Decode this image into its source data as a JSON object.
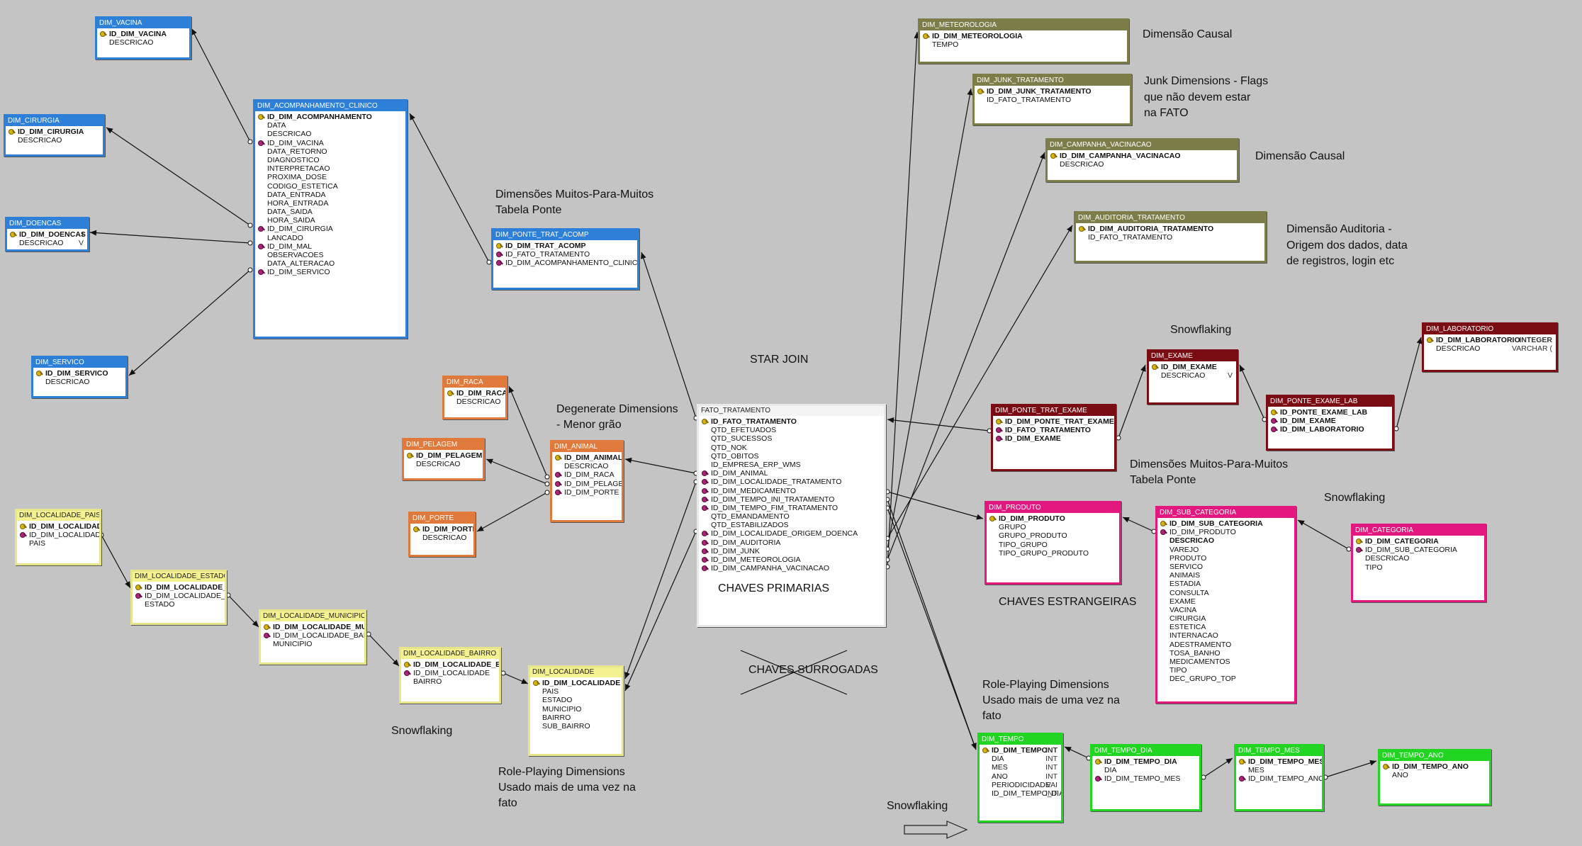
{
  "tables": {
    "dim_vacina": {
      "name": "DIM_VACINA",
      "cols": [
        "ID_DIM_VACINA",
        "DESCRICAO"
      ]
    },
    "dim_cirurgia": {
      "name": "DIM_CIRURGIA",
      "cols": [
        "ID_DIM_CIRURGIA",
        "DESCRICAO"
      ]
    },
    "dim_doencas": {
      "name": "DIM_DOENCAS",
      "cols": [
        "ID_DIM_DOENCAS",
        "DESCRICAO"
      ],
      "types": [
        "I",
        "V"
      ]
    },
    "dim_servico": {
      "name": "DIM_SERVICO",
      "cols": [
        "ID_DIM_SERVICO",
        "DESCRICAO"
      ]
    },
    "dim_acomp": {
      "name": "DIM_ACOMPANHAMENTO_CLINICO",
      "cols": [
        "ID_DIM_ACOMPANHAMENTO",
        "DATA",
        "DESCRICAO",
        "ID_DIM_VACINA",
        "DATA_RETORNO",
        "DIAGNOSTICO",
        "INTERPRETACAO",
        "PROXIMA_DOSE",
        "CODIGO_ESTETICA",
        "DATA_ENTRADA",
        "HORA_ENTRADA",
        "DATA_SAIDA",
        "HORA_SAIDA",
        "ID_DIM_CIRURGIA",
        "LANCADO",
        "ID_DIM_MAL",
        "OBSERVACOES",
        "DATA_ALTERACAO",
        "ID_DIM_SERVICO"
      ]
    },
    "dim_ponte_trat": {
      "name": "DIM_PONTE_TRAT_ACOMP",
      "cols": [
        "ID_DIM_TRAT_ACOMP",
        "ID_FATO_TRATAMENTO",
        "ID_DIM_ACOMPANHAMENTO_CLINICO"
      ]
    },
    "dim_raca": {
      "name": "DIM_RACA",
      "cols": [
        "ID_DIM_RACA",
        "DESCRICAO"
      ]
    },
    "dim_pelagem": {
      "name": "DIM_PELAGEM",
      "cols": [
        "ID_DIM_PELAGEM",
        "DESCRICAO"
      ]
    },
    "dim_porte": {
      "name": "DIM_PORTE",
      "cols": [
        "ID_DIM_PORTE",
        "DESCRICAO"
      ]
    },
    "dim_animal": {
      "name": "DIM_ANIMAL",
      "cols": [
        "ID_DIM_ANIMAL",
        "DESCRICAO",
        "ID_DIM_RACA",
        "ID_DIM_PELAGEM",
        "ID_DIM_PORTE"
      ]
    },
    "dim_loc_pais": {
      "name": "DIM_LOCALIDADE_PAIS",
      "cols": [
        "ID_DIM_LOCALIDADE_PAIS",
        "ID_DIM_LOCALIDADE",
        "PAIS"
      ]
    },
    "dim_loc_estado": {
      "name": "DIM_LOCALIDADE_ESTADO",
      "cols": [
        "ID_DIM_LOCALIDADE_ESTADO",
        "ID_DIM_LOCALIDADE_MUNICIPIO",
        "ESTADO"
      ]
    },
    "dim_loc_municipio": {
      "name": "DIM_LOCALIDADE_MUNICIPIO",
      "cols": [
        "ID_DIM_LOCALIDADE_MUNICIPIO",
        "ID_DIM_LOCALIDADE_BAIRRO",
        "MUNICIPIO"
      ]
    },
    "dim_loc_bairro": {
      "name": "DIM_LOCALIDADE_BAIRRO",
      "cols": [
        "ID_DIM_LOCALIDADE_BAIRRO",
        "ID_DIM_LOCALIDADE",
        "BAIRRO"
      ]
    },
    "dim_localidade": {
      "name": "DIM_LOCALIDADE",
      "cols": [
        "ID_DIM_LOCALIDADE",
        "PAIS",
        "ESTADO",
        "MUNICIPIO",
        "BAIRRO",
        "SUB_BAIRRO"
      ]
    },
    "fato_tratamento": {
      "name": "FATO_TRATAMENTO",
      "cols": [
        "ID_FATO_TRATAMENTO",
        "QTD_EFETUADOS",
        "QTD_SUCESSOS",
        "QTD_NOK",
        "QTD_OBITOS",
        "ID_EMPRESA_ERP_WMS",
        "ID_DIM_ANIMAL",
        "ID_DIM_LOCALIDADE_TRATAMENTO",
        "ID_DIM_MEDICAMENTO",
        "ID_DIM_TEMPO_INI_TRATAMENTO",
        "ID_DIM_TEMPO_FIM_TRATAMENTO",
        "QTD_EMANDAMENTO",
        "QTD_ESTABILIZADOS",
        "ID_DIM_LOCALIDADE_ORIGEM_DOENCA",
        "ID_DIM_AUDITORIA",
        "ID_DIM_JUNK",
        "ID_DIM_METEOROLOGIA",
        "ID_DIM_CAMPANHA_VACINACAO"
      ]
    },
    "dim_meteorologia": {
      "name": "DIM_METEOROLOGIA",
      "cols": [
        "ID_DIM_METEOROLOGIA",
        "TEMPO"
      ]
    },
    "dim_junk": {
      "name": "DIM_JUNK_TRATAMENTO",
      "cols": [
        "ID_DIM_JUNK_TRATAMENTO",
        "ID_FATO_TRATAMENTO"
      ]
    },
    "dim_campanha": {
      "name": "DIM_CAMPANHA_VACINACAO",
      "cols": [
        "ID_DIM_CAMPANHA_VACINACAO",
        "DESCRICAO"
      ]
    },
    "dim_auditoria": {
      "name": "DIM_AUDITORIA_TRATAMENTO",
      "cols": [
        "ID_DIM_AUDITORIA_TRATAMENTO",
        "ID_FATO_TRATAMENTO"
      ]
    },
    "dim_exame": {
      "name": "DIM_EXAME",
      "cols": [
        "ID_DIM_EXAME",
        "DESCRICAO"
      ],
      "types": [
        "",
        "V"
      ]
    },
    "dim_laboratorio": {
      "name": "DIM_LABORATORIO",
      "cols": [
        "ID_DIM_LABORATORIO",
        "DESCRICAO"
      ],
      "types": [
        "INTEGER",
        "VARCHAR ("
      ]
    },
    "dim_ponte_trat_exame": {
      "name": "DIM_PONTE_TRAT_EXAME",
      "cols": [
        "ID_DIM_PONTE_TRAT_EXAME",
        "ID_FATO_TRATAMENTO",
        "ID_DIM_EXAME"
      ]
    },
    "dim_ponte_exame_lab": {
      "name": "DIM_PONTE_EXAME_LAB",
      "cols": [
        "ID_PONTE_EXAME_LAB",
        "ID_DIM_EXAME",
        "ID_DIM_LABORATORIO"
      ]
    },
    "dim_produto": {
      "name": "DIM_PRODUTO",
      "cols": [
        "ID_DIM_PRODUTO",
        "GRUPO",
        "GRUPO_PRODUTO",
        "TIPO_GRUPO",
        "TIPO_GRUPO_PRODUTO"
      ]
    },
    "dim_sub_categoria": {
      "name": "DIM_SUB_CATEGORIA",
      "cols": [
        "ID_DIM_SUB_CATEGORIA",
        "ID_DIM_PRODUTO",
        "DESCRICAO",
        "VAREJO",
        "PRODUTO",
        "SERVICO",
        "ANIMAIS",
        "ESTADIA",
        "CONSULTA",
        "EXAME",
        "VACINA",
        "CIRURGIA",
        "ESTETICA",
        "INTERNACAO",
        "ADESTRAMENTO",
        "TOSA_BANHO",
        "MEDICAMENTOS",
        "TIPO",
        "DEC_GRUPO_TOP"
      ]
    },
    "dim_categoria": {
      "name": "DIM_CATEGORIA",
      "cols": [
        "ID_DIM_CATEGORIA",
        "ID_DIM_SUB_CATEGORIA",
        "DESCRICAO",
        "TIPO"
      ]
    },
    "dim_tempo": {
      "name": "DIM_TEMPO",
      "cols": [
        "ID_DIM_TEMPO",
        "DIA",
        "MES",
        "ANO",
        "PERIODICIDADE",
        "ID_DIM_TEMPO_DIA"
      ],
      "types": [
        "INT",
        "INT",
        "INT",
        "INT",
        "VAI",
        "INT"
      ]
    },
    "dim_tempo_dia": {
      "name": "DIM_TEMPO_DIA",
      "cols": [
        "ID_DIM_TEMPO_DIA",
        "DIA",
        "ID_DIM_TEMPO_MES"
      ]
    },
    "dim_tempo_mes": {
      "name": "DIM_TEMPO_MES",
      "cols": [
        "ID_DIM_TEMPO_MES",
        "MES",
        "ID_DIM_TEMPO_ANO"
      ]
    },
    "dim_tempo_ano": {
      "name": "DIM_TEMPO_ANO",
      "cols": [
        "ID_DIM_TEMPO_ANO",
        "ANO"
      ]
    }
  },
  "notes": {
    "dim_causal_1": "Dimensão Causal",
    "junk_1": "Junk Dimensions - Flags",
    "junk_2": "que não devem estar",
    "junk_3": "na FATO",
    "dim_causal_2": "Dimensão Causal",
    "auditoria_1": "Dimensão Auditoria -",
    "auditoria_2": "Origem dos dados, data",
    "auditoria_3": "de registros, login etc",
    "muitos_1a": "Dimensões Muitos-Para-Muitos",
    "muitos_1b": "Tabela Ponte",
    "star_join": "STAR JOIN",
    "degenerate_1": "Degenerate Dimensions",
    "degenerate_2": "- Menor grão",
    "snowflaking_1": "Snowflaking",
    "muitos_2a": "Dimensões Muitos-Para-Muitos",
    "muitos_2b": "Tabela Ponte",
    "snowflaking_2": "Snowflaking",
    "chaves_primarias": "CHAVES PRIMARIAS",
    "chaves_estrangeiras": "CHAVES ESTRANGEIRAS",
    "chaves_surrogadas": "CHAVES SURROGADAS",
    "role_1a": "Role-Playing Dimensions",
    "role_1b": "Usado mais de uma vez na",
    "role_1c": "fato",
    "snowflaking_3": "Snowflaking",
    "role_2a": "Role-Playing Dimensions",
    "role_2b": "Usado mais de uma vez na",
    "role_2c": "fato",
    "snowflaking_4": "Snowflaking"
  },
  "colors": {
    "background": "#c4c4c4",
    "blue": "#2d7fd8",
    "olive": "#7d7d4a",
    "orange": "#e07a3c",
    "yellow": "#f4f290",
    "maroon": "#7a0c14",
    "pink": "#e2187e",
    "green": "#22d522"
  }
}
